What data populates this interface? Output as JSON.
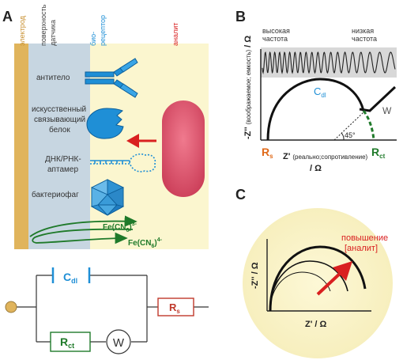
{
  "panels": {
    "a": "A",
    "b": "B",
    "c": "C"
  },
  "panel_a": {
    "col_electrode": "электрод",
    "col_surface_l1": "поверхность",
    "col_surface_l2": "датчика",
    "col_receptor_l1": "био-",
    "col_receptor_l2": "рецептор",
    "col_analyte": "аналит",
    "antibody": "антитело",
    "protein_l1": "искусственный",
    "protein_l2": "связывающий",
    "protein_l3": "белок",
    "aptamer_l1": "ДНК/РНК-",
    "aptamer_l2": "аптамер",
    "phage": "бактериофаг",
    "redox1": "Fe(CN",
    "redox1_sub": "6",
    "redox1_tail": ")",
    "redox1_sup": "3-",
    "redox2": "Fe(CN",
    "redox2_sub": "6",
    "redox2_tail": ")",
    "redox2_sup": "4-"
  },
  "circuit": {
    "cdl": "C",
    "cdl_sub": "dl",
    "rs": "R",
    "rs_sub": "s",
    "rct": "R",
    "rct_sub": "ct",
    "w": "W"
  },
  "panel_b": {
    "high_l1": "высокая",
    "high_l2": "частота",
    "low_l1": "низкая",
    "low_l2": "частота",
    "y_main": "-Z''",
    "y_small": "(воображаемое;",
    "y_small2": "емкость)",
    "y_unit": "/ Ω",
    "x_main": "Z'",
    "x_small": "(реально;сопротивление)",
    "x_unit": "/ Ω",
    "cdl": "C",
    "cdl_sub": "dl",
    "w": "W",
    "angle": "45°",
    "rs": "R",
    "rs_sub": "s",
    "rct": "R",
    "rct_sub": "ct"
  },
  "panel_c": {
    "y_label": "-Z'' / Ω",
    "x_label": "Z'  / Ω",
    "increase_l1": "повышение",
    "increase_l2": "[аналит]"
  },
  "colors": {
    "electrode": "#e0b45c",
    "surface": "#c7d6e1",
    "analyte_bg": "#fbf6cf",
    "receptor": "#1f8fd6",
    "analyte": "#e0516a",
    "arrow_red": "#d92020",
    "green": "#1f7a2a",
    "rs_orange": "#e06a1a",
    "cdl_blue": "#1f8fd6"
  }
}
